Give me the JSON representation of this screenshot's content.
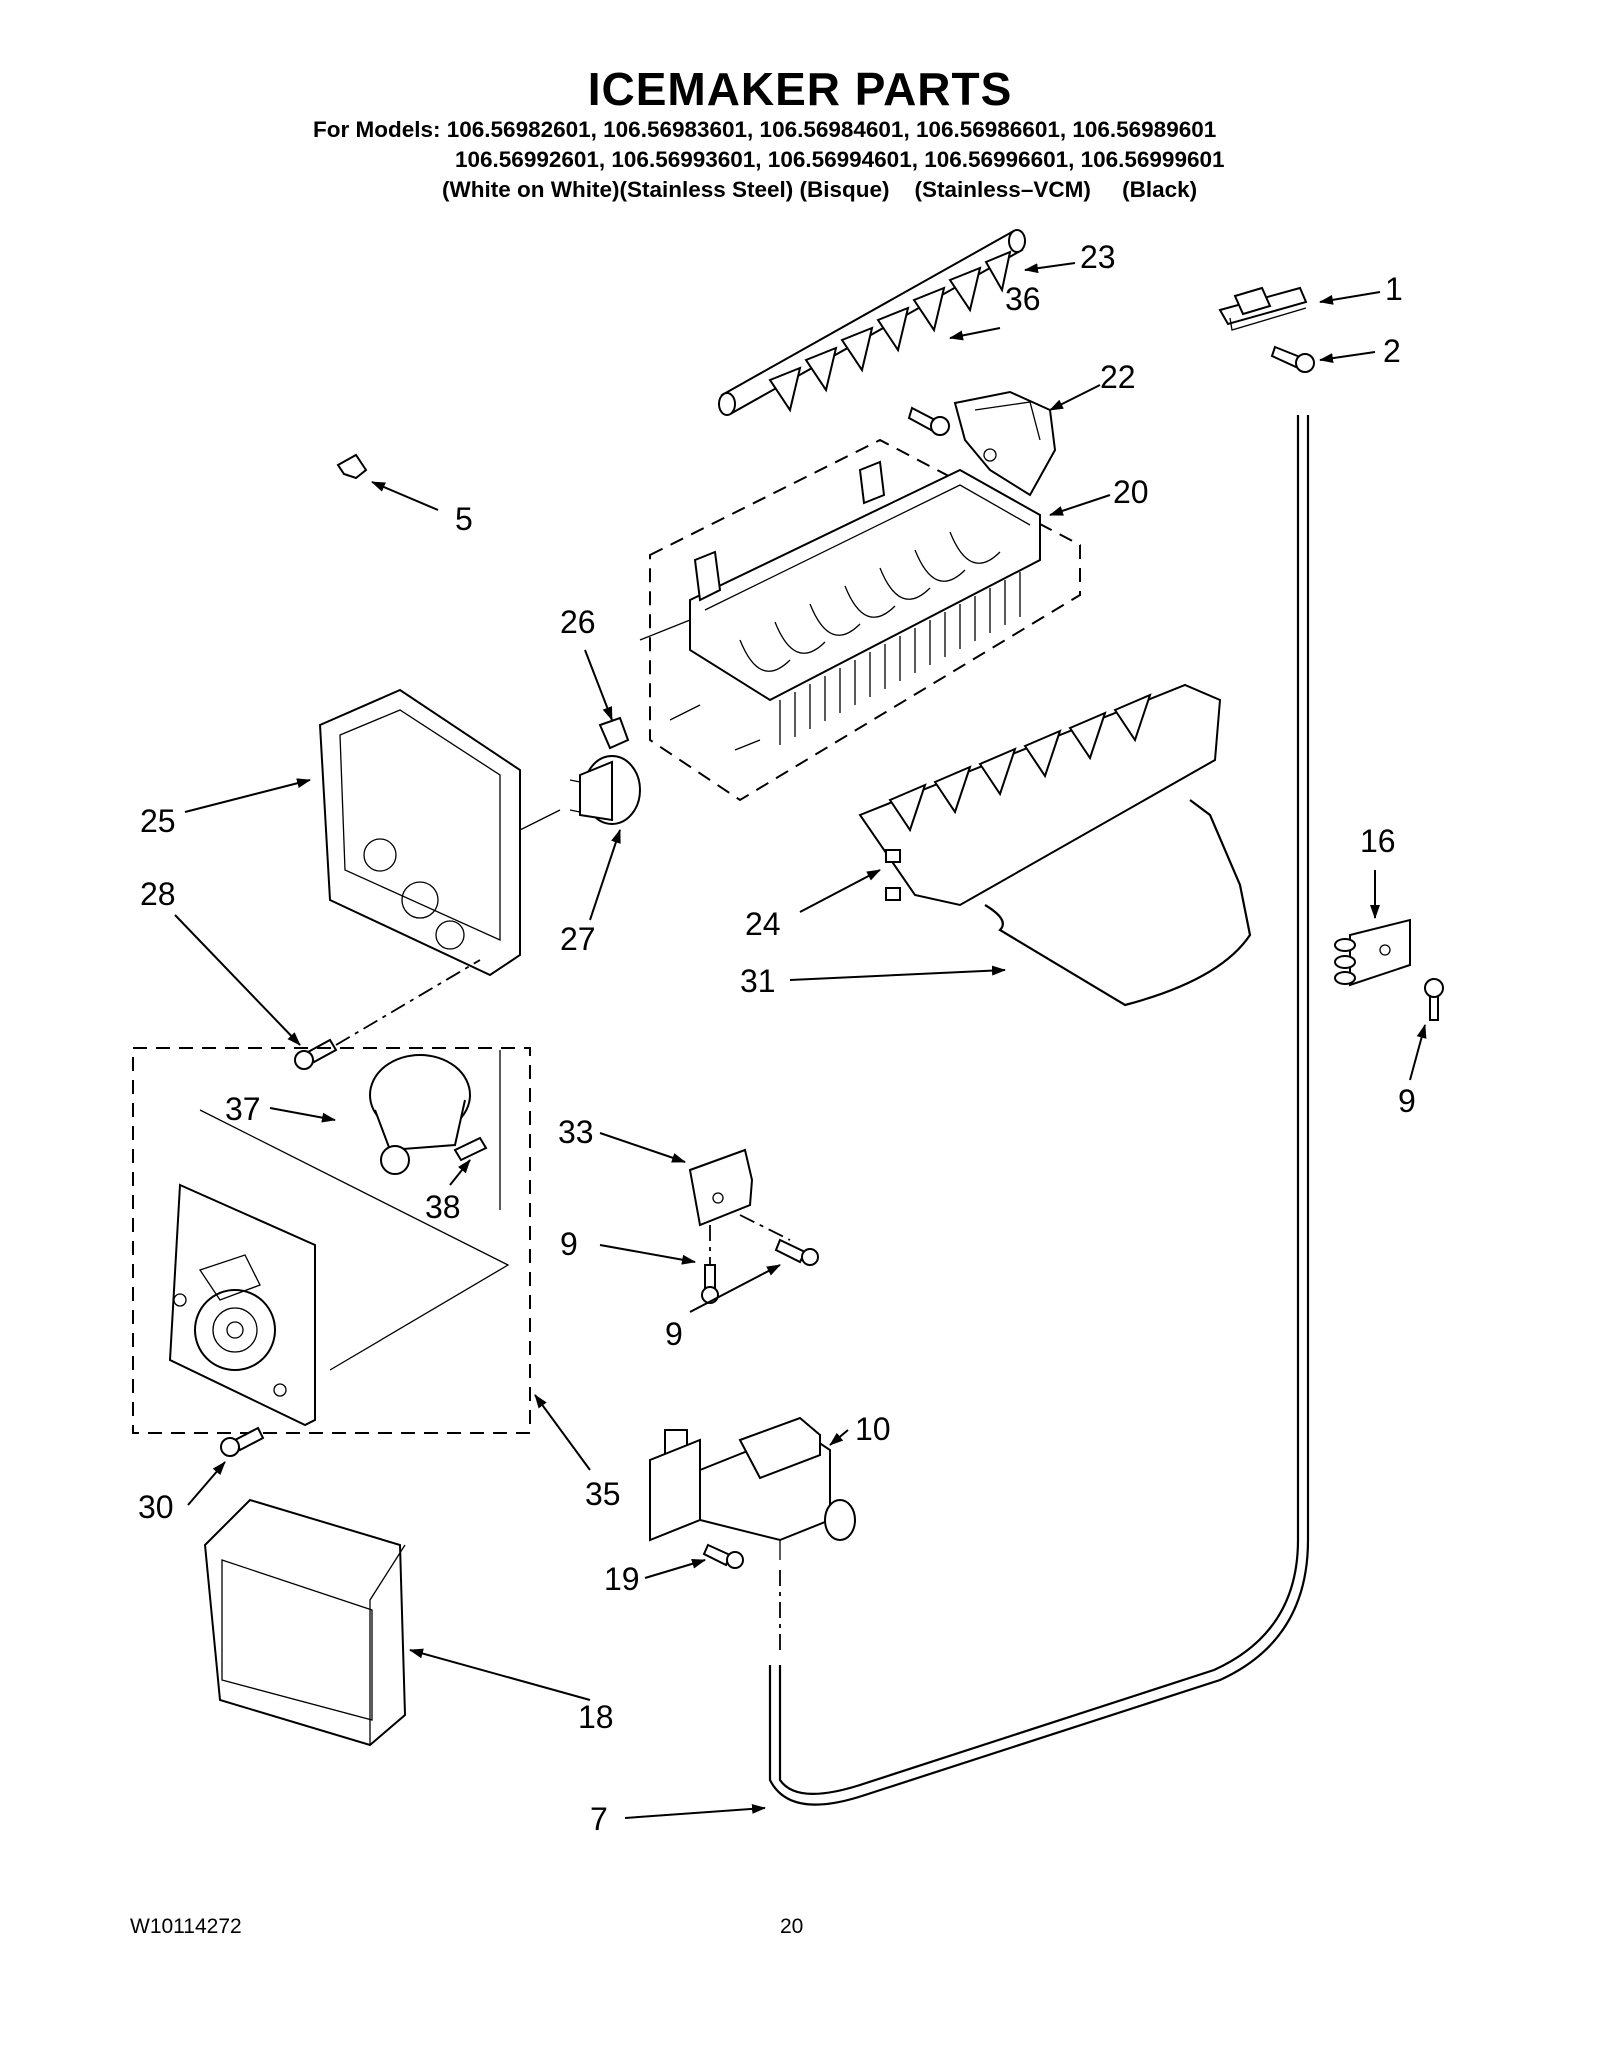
{
  "title": "ICEMAKER PARTS",
  "models": {
    "line1": "For Models: 106.56982601, 106.56983601, 106.56984601, 106.56986601, 106.56989601",
    "line2": "106.56992601, 106.56993601, 106.56994601, 106.56996601, 106.56999601",
    "line3": "(White on White)(Stainless Steel) (Bisque)    (Stainless–VCM)     (Black)"
  },
  "callouts": {
    "c1": "1",
    "c2": "2",
    "c5": "5",
    "c7": "7",
    "c9a": "9",
    "c9b": "9",
    "c9c": "9",
    "c10": "10",
    "c16": "16",
    "c18": "18",
    "c19": "19",
    "c20": "20",
    "c22": "22",
    "c23": "23",
    "c24": "24",
    "c25": "25",
    "c26": "26",
    "c27": "27",
    "c28": "28",
    "c30": "30",
    "c31": "31",
    "c33": "33",
    "c35": "35",
    "c36": "36",
    "c37": "37",
    "c38": "38"
  },
  "footer": {
    "doc_number": "W10114272",
    "page": "20"
  }
}
